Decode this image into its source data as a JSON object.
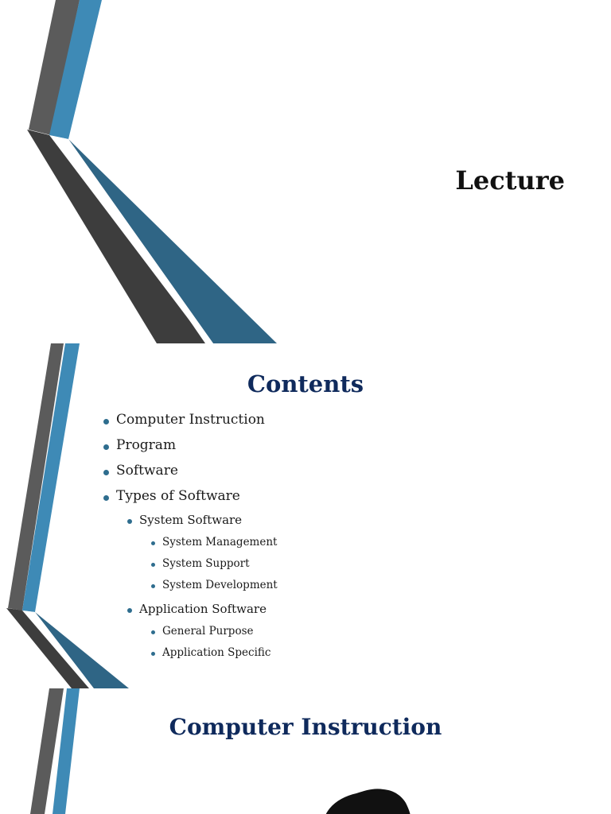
{
  "slide1": {
    "title": "Lecture"
  },
  "slide2": {
    "heading": "Contents",
    "items": [
      {
        "level": 1,
        "text": "Computer Instruction"
      },
      {
        "level": 1,
        "text": "Program"
      },
      {
        "level": 1,
        "text": "Software"
      },
      {
        "level": 1,
        "text": "Types of Software"
      },
      {
        "level": 2,
        "text": "System Software"
      },
      {
        "level": 3,
        "text": "System Management"
      },
      {
        "level": 3,
        "text": "System Support"
      },
      {
        "level": 3,
        "text": "System Development"
      },
      {
        "level": 2,
        "text": "Application Software"
      },
      {
        "level": 3,
        "text": "General Purpose"
      },
      {
        "level": 3,
        "text": "Application Specific"
      }
    ]
  },
  "slide3": {
    "heading": "Computer Instruction"
  },
  "colors": {
    "heading": "#0f2a5c",
    "accent_blue": "#3e8ab6",
    "dark_teal": "#2f6585",
    "dark_gray": "#3d3d3d",
    "mid_gray": "#5b5b5b",
    "bullet": "#2e6d8e"
  }
}
